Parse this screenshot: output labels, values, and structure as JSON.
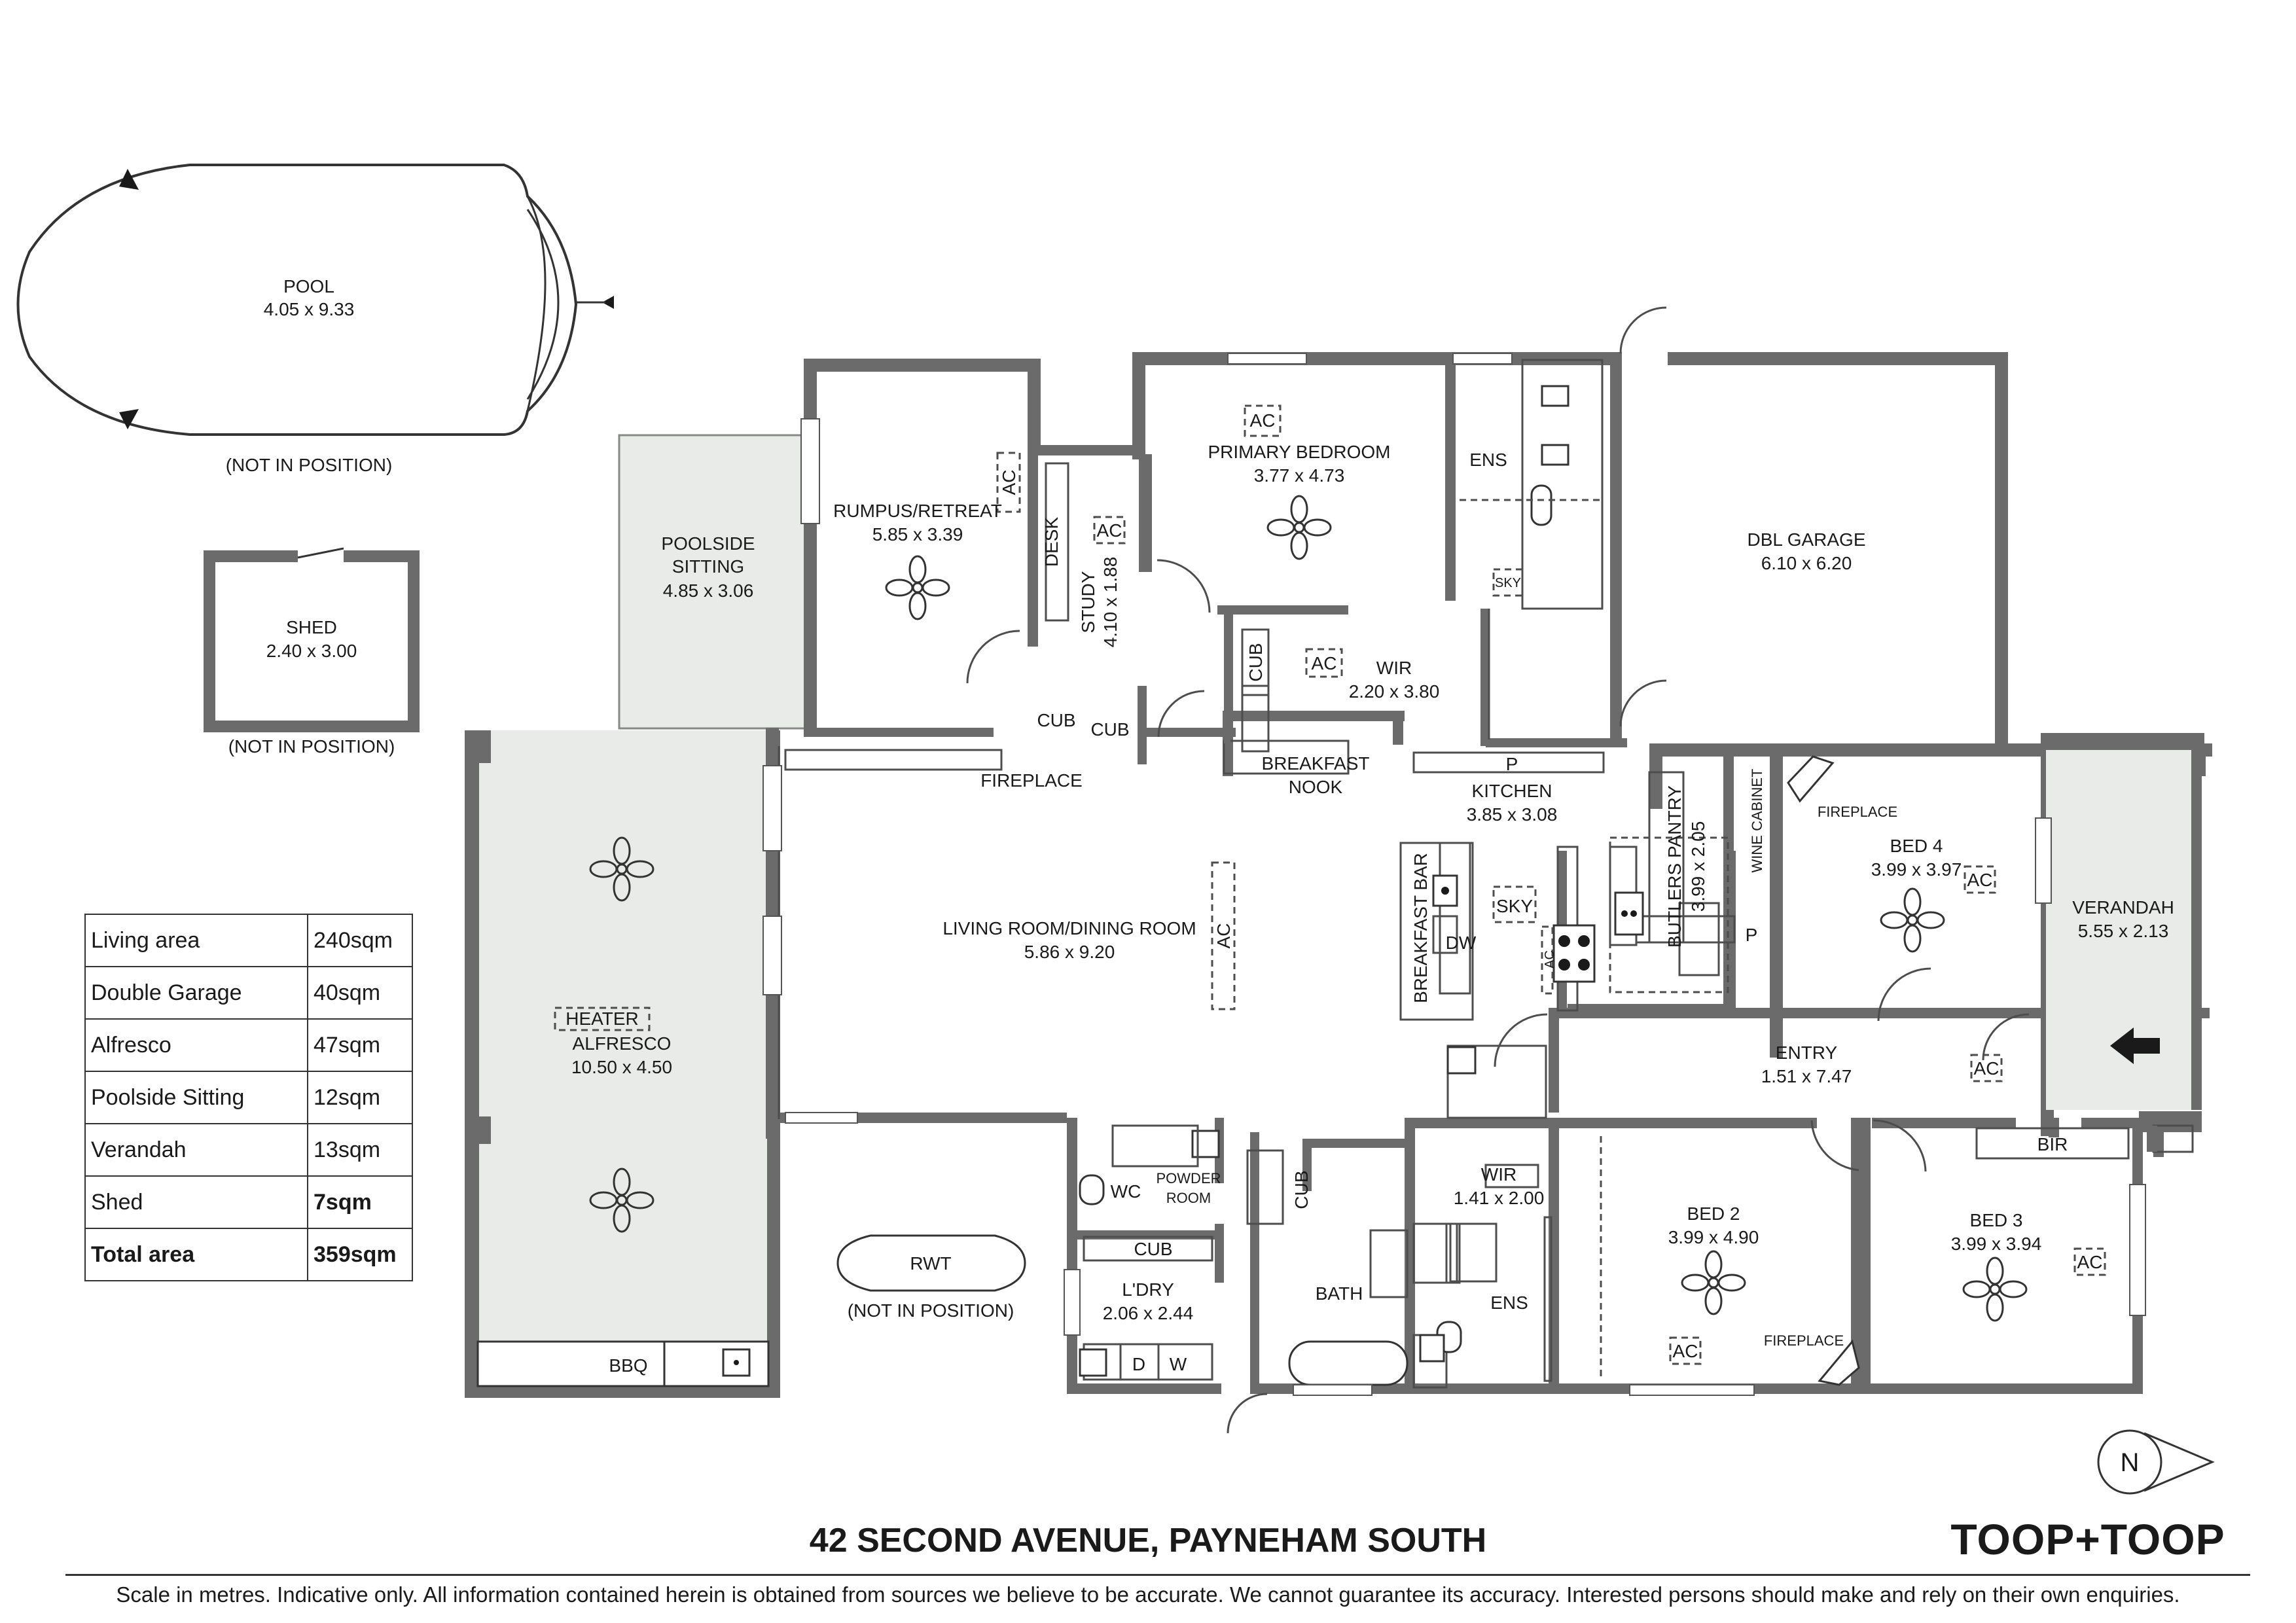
{
  "rooms": {
    "pool": {
      "name": "POOL",
      "size": "4.05 x 9.33",
      "note": "(NOT IN POSITION)"
    },
    "shed": {
      "name": "SHED",
      "size": "2.40 x 3.00",
      "note": "(NOT IN POSITION)"
    },
    "poolside": {
      "name1": "POOLSIDE",
      "name2": "SITTING",
      "size": "4.85 x 3.06"
    },
    "rumpus": {
      "name": "RUMPUS/RETREAT",
      "size": "5.85 x 3.39"
    },
    "study": {
      "name": "STUDY",
      "size": "4.10 x 1.88"
    },
    "primary": {
      "name": "PRIMARY BEDROOM",
      "size": "3.77 x 4.73"
    },
    "ens1": {
      "name": "ENS"
    },
    "wir1": {
      "name": "WIR",
      "size": "2.20 x 3.80"
    },
    "garage": {
      "name": "DBL GARAGE",
      "size": "6.10 x 6.20"
    },
    "breakfast": {
      "name1": "BREAKFAST",
      "name2": "NOOK"
    },
    "kitchen": {
      "name": "KITCHEN",
      "size": "3.85 x 3.08"
    },
    "butlers": {
      "name": "BUTLERS PANTRY",
      "size": "3.99 x 2.05"
    },
    "living": {
      "name": "LIVING ROOM/DINING ROOM",
      "size": "5.86 x 9.20"
    },
    "alfresco": {
      "name": "ALFRESCO",
      "size": "10.50 x 4.50"
    },
    "bed4": {
      "name": "BED 4",
      "size": "3.99 x 3.97"
    },
    "verandah": {
      "name": "VERANDAH",
      "size": "5.55 x 2.13"
    },
    "entry": {
      "name": "ENTRY",
      "size": "1.51 x 7.47"
    },
    "wir2": {
      "name": "WIR",
      "size": "1.41 x 2.00"
    },
    "ens2": {
      "name": "ENS"
    },
    "bath": {
      "name": "BATH"
    },
    "bed2": {
      "name": "BED 2",
      "size": "3.99 x 4.90"
    },
    "bed3": {
      "name": "BED 3",
      "size": "3.99 x 3.94"
    },
    "laundry": {
      "name": "L'DRY",
      "size": "2.06 x 2.44"
    },
    "powder": {
      "name1": "POWDER",
      "name2": "ROOM"
    },
    "rwt": {
      "name": "RWT",
      "note": "(NOT IN POSITION)"
    }
  },
  "fixtures": {
    "ac": "AC",
    "desk": "DESK",
    "cub": "CUB",
    "fireplace": "FIREPLACE",
    "pantry": "P",
    "breakfast_bar": "BREAKFAST BAR",
    "dw": "DW",
    "sky": "SKY",
    "wine_cabinet": "WINE CABINET",
    "heater": "HEATER",
    "bbq": "BBQ",
    "wc": "WC",
    "bir": "BIR",
    "dryer": "D",
    "washer": "W"
  },
  "compass": {
    "label": "N"
  },
  "areas": [
    {
      "label": "Living area",
      "value": "240sqm"
    },
    {
      "label": "Double Garage",
      "value": "40sqm"
    },
    {
      "label": "Alfresco",
      "value": "47sqm"
    },
    {
      "label": "Poolside Sitting",
      "value": "12sqm"
    },
    {
      "label": "Verandah",
      "value": "13sqm"
    },
    {
      "label": "Shed",
      "value": "7sqm"
    },
    {
      "label": "Total area",
      "value": "359sqm"
    }
  ],
  "address": "42 SECOND AVENUE, PAYNEHAM SOUTH",
  "brand": "TOOP+TOOP",
  "disclaimer": "Scale in metres. Indicative only. All information contained herein is obtained from sources we believe to be accurate. We cannot guarantee its accuracy. Interested persons should make and rely on their own enquiries."
}
